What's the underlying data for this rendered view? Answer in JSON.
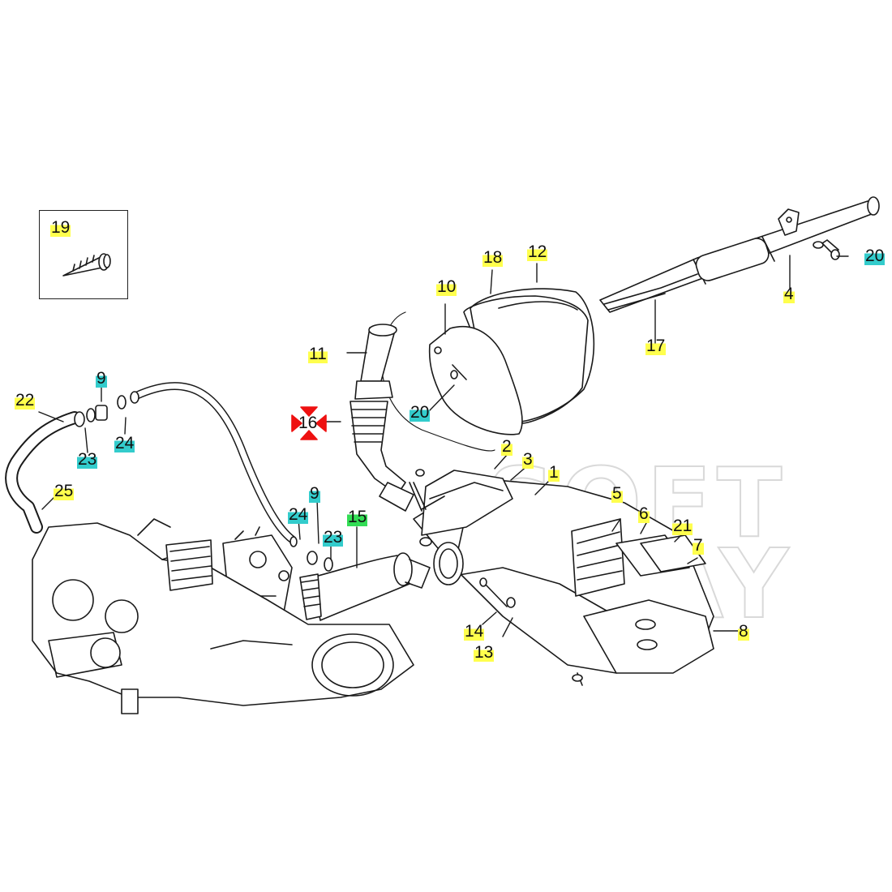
{
  "watermark": {
    "line1": "SOFT",
    "line2": "WAY"
  },
  "highlight_colors": {
    "yellow": "#ffff4d",
    "cyan": "#33cccc",
    "green": "#33dd55",
    "red": "#ee1111"
  },
  "callouts": [
    {
      "id": "c1",
      "label": "1",
      "color": "yellow"
    },
    {
      "id": "c2",
      "label": "2",
      "color": "yellow"
    },
    {
      "id": "c3",
      "label": "3",
      "color": "yellow"
    },
    {
      "id": "c4",
      "label": "4",
      "color": "yellow"
    },
    {
      "id": "c5",
      "label": "5",
      "color": "yellow"
    },
    {
      "id": "c6",
      "label": "6",
      "color": "yellow"
    },
    {
      "id": "c7",
      "label": "7",
      "color": "yellow"
    },
    {
      "id": "c8",
      "label": "8",
      "color": "yellow"
    },
    {
      "id": "c9a",
      "label": "9",
      "color": "cyan"
    },
    {
      "id": "c9b",
      "label": "9",
      "color": "cyan"
    },
    {
      "id": "c10",
      "label": "10",
      "color": "yellow"
    },
    {
      "id": "c11",
      "label": "11",
      "color": "yellow"
    },
    {
      "id": "c12",
      "label": "12",
      "color": "yellow"
    },
    {
      "id": "c13",
      "label": "13",
      "color": "yellow"
    },
    {
      "id": "c14",
      "label": "14",
      "color": "yellow"
    },
    {
      "id": "c15",
      "label": "15",
      "color": "green"
    },
    {
      "id": "c16",
      "label": "16",
      "color": "red"
    },
    {
      "id": "c17",
      "label": "17",
      "color": "yellow"
    },
    {
      "id": "c18",
      "label": "18",
      "color": "yellow"
    },
    {
      "id": "c19",
      "label": "19",
      "color": "yellow"
    },
    {
      "id": "c20a",
      "label": "20",
      "color": "cyan"
    },
    {
      "id": "c20b",
      "label": "20",
      "color": "cyan"
    },
    {
      "id": "c21",
      "label": "21",
      "color": "yellow"
    },
    {
      "id": "c22",
      "label": "22",
      "color": "yellow"
    },
    {
      "id": "c23a",
      "label": "23",
      "color": "cyan"
    },
    {
      "id": "c23b",
      "label": "23",
      "color": "cyan"
    },
    {
      "id": "c24a",
      "label": "24",
      "color": "cyan"
    },
    {
      "id": "c24b",
      "label": "24",
      "color": "cyan"
    },
    {
      "id": "c25",
      "label": "25",
      "color": "yellow"
    }
  ]
}
